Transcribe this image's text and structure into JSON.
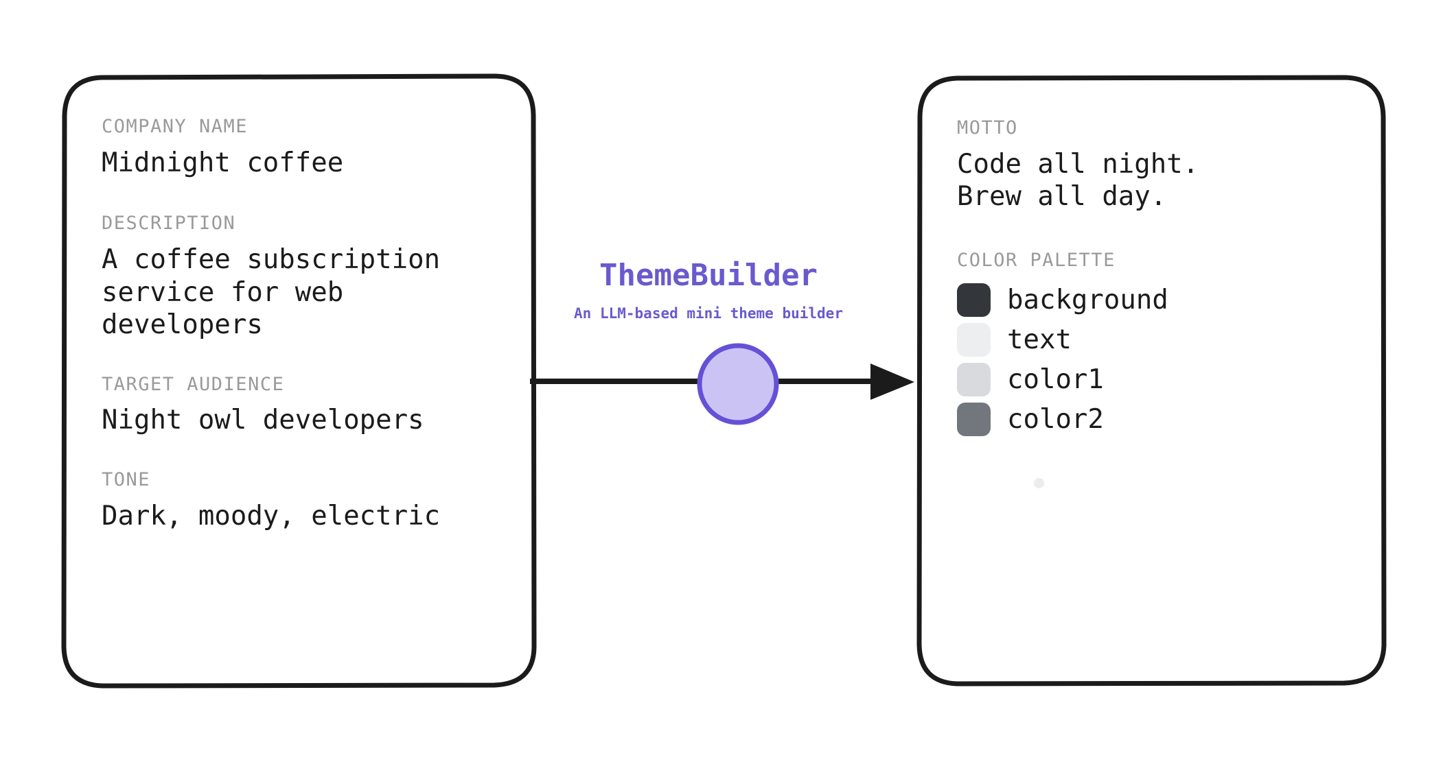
{
  "brand": {
    "title": "ThemeBuilder",
    "subtitle": "An LLM-based mini theme builder",
    "accent_color": "#6a5acd",
    "node_fill": "#ccc3f5",
    "node_stroke": "#6451d6"
  },
  "input_card": {
    "fields": [
      {
        "label": "COMPANY NAME",
        "value": "Midnight coffee"
      },
      {
        "label": "DESCRIPTION",
        "value": "A coffee subscription\nservice for web\ndevelopers"
      },
      {
        "label": "TARGET AUDIENCE",
        "value": "Night owl developers"
      },
      {
        "label": "TONE",
        "value": "Dark, moody, electric"
      }
    ]
  },
  "output_card": {
    "motto": {
      "label": "MOTTO",
      "value": "Code all night.\nBrew all day."
    },
    "palette": {
      "label": "COLOR PALETTE",
      "swatches": [
        {
          "name": "background",
          "color": "#33373b"
        },
        {
          "name": "text",
          "color": "#eceef0"
        },
        {
          "name": "color1",
          "color": "#d8dade"
        },
        {
          "name": "color2",
          "color": "#72777d"
        }
      ]
    }
  },
  "arrow": {
    "label": "flow-arrow",
    "stroke_color": "#1b1b1b"
  }
}
